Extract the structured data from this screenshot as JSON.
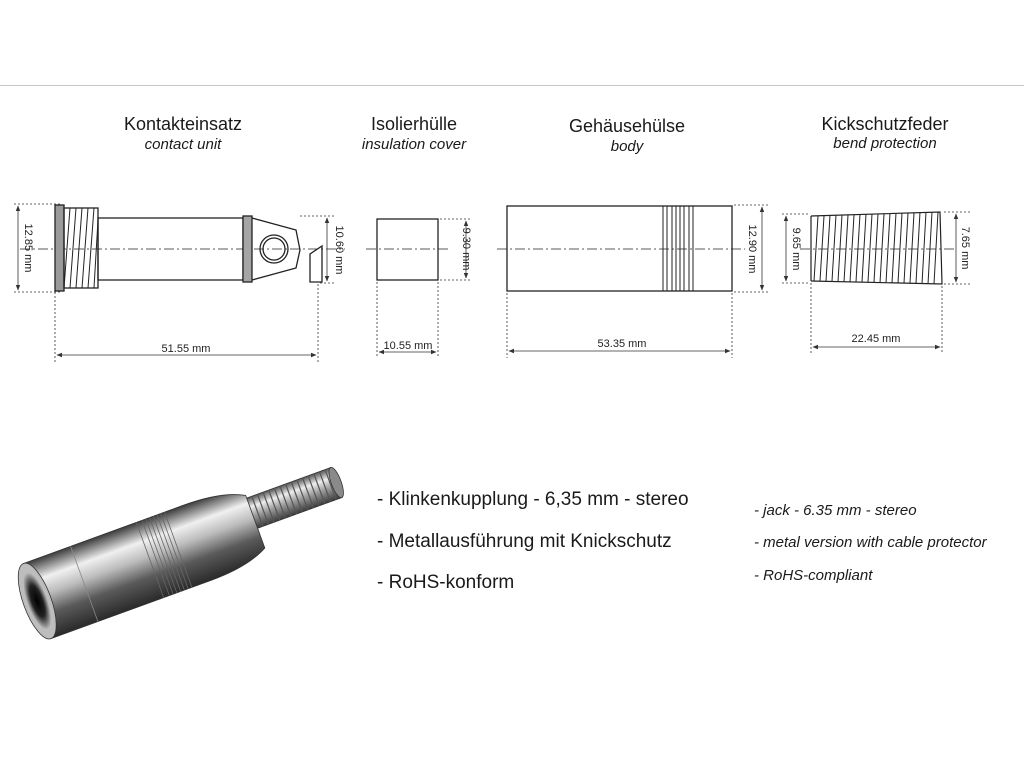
{
  "parts": [
    {
      "title": "Kontakteinsatz",
      "subtitle": "contact unit",
      "dim_length": "51.55 mm",
      "dim_outer": "12.85 mm",
      "dim_inner": "10.60 mm"
    },
    {
      "title": "Isolierhülle",
      "subtitle": "insulation cover",
      "dim_length": "10.55 mm",
      "dim_height": "9.30 mm"
    },
    {
      "title": "Gehäusehülse",
      "subtitle": "body",
      "dim_length": "53.35 mm",
      "dim_height": "12.90 mm"
    },
    {
      "title": "Kickschutzfeder",
      "subtitle": "bend protection",
      "dim_length": "22.45 mm",
      "dim_outer": "9.65 mm",
      "dim_inner": "7.65 mm"
    }
  ],
  "features_de": [
    "- Klinkenkupplung - 6,35 mm - stereo",
    "- Metallausführung mit Knickschutz",
    "- RoHS-konform"
  ],
  "features_en": [
    "- jack - 6.35 mm - stereo",
    "- metal version with cable protector",
    "- RoHS-compliant"
  ],
  "colors": {
    "line": "#222222",
    "dim": "#333333",
    "metal_dark": "#4a4a4a",
    "metal_light": "#e4e4e4"
  }
}
